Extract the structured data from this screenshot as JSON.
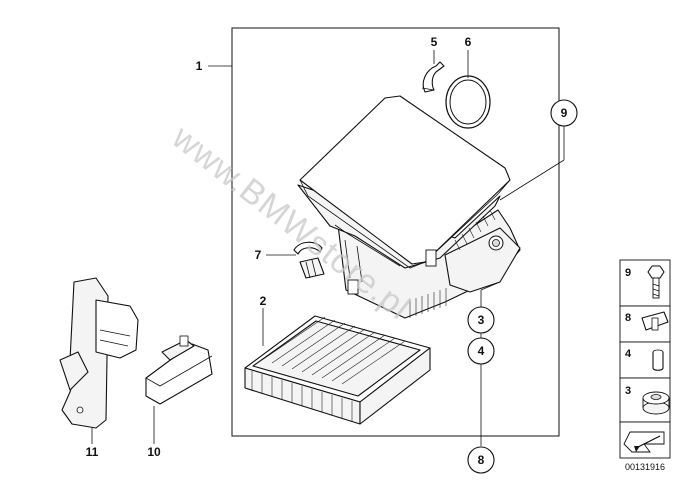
{
  "diagram": {
    "callouts": {
      "c1": "1",
      "c2": "2",
      "c3": "3",
      "c4": "4",
      "c5": "5",
      "c6": "6",
      "c7": "7",
      "c8": "8",
      "c9": "9",
      "c10": "10",
      "c11": "11"
    },
    "watermark": "www.BMWstore.pl",
    "side_panel": {
      "items": [
        "9",
        "8",
        "4",
        "3"
      ]
    },
    "diagram_id": "00131916"
  }
}
